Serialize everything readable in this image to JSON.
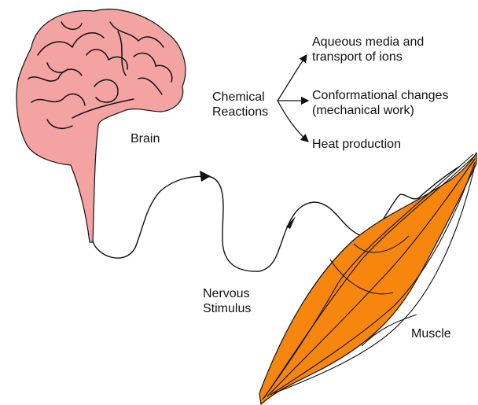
{
  "labels": {
    "brain": "Brain",
    "chemical": [
      "Chemical",
      "Reactions"
    ],
    "aqueous": [
      "Aqueous media and",
      "transport of ions"
    ],
    "conformational": [
      "Conformational changes",
      "(mechanical work)"
    ],
    "heat": "Heat production",
    "nervous": [
      "Nervous",
      "Stimulus"
    ],
    "muscle": "Muscle"
  },
  "colors": {
    "brain": "#f4a3a3",
    "muscle": "#f7860f",
    "stroke": "#111111"
  }
}
